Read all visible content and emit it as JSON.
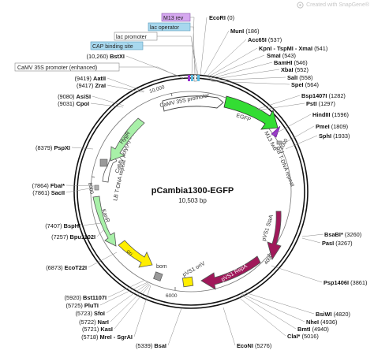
{
  "watermark": "Created with SnapGene®",
  "plasmid": {
    "name": "pCambia1300-EGFP",
    "size_label": "10,503 bp",
    "length": 10503
  },
  "top_features": [
    {
      "label": "M13 rev",
      "bg": "#d6a8f0"
    },
    {
      "label": "lac operator",
      "bg": "#a8d8ee"
    },
    {
      "label": "lac promoter",
      "bg": "#ffffff"
    },
    {
      "label": "CAP binding site",
      "bg": "#a8d8ee"
    }
  ],
  "right_sites": [
    {
      "name": "EcoRI",
      "pos": "(0)"
    },
    {
      "name": "MunI",
      "pos": "(186)"
    },
    {
      "name": "Acc65I",
      "pos": "(537)"
    },
    {
      "name": "KpnI - TspMI - XmaI",
      "pos": "(541)"
    },
    {
      "name": "SmaI",
      "pos": "(543)"
    },
    {
      "name": "BamHI",
      "pos": "(546)"
    },
    {
      "name": "XbaI",
      "pos": "(552)"
    },
    {
      "name": "SalI",
      "pos": "(558)"
    },
    {
      "name": "SpeI",
      "pos": "(564)"
    },
    {
      "name": "Bsp1407I",
      "pos": "(1282)"
    },
    {
      "name": "PstI",
      "pos": "(1297)"
    },
    {
      "name": "HindIII",
      "pos": "(1596)"
    },
    {
      "name": "PmeI",
      "pos": "(1809)"
    },
    {
      "name": "SphI",
      "pos": "(1933)"
    },
    {
      "name": "BsaBI*",
      "pos": "(3260)"
    },
    {
      "name": "PasI",
      "pos": "(3267)"
    },
    {
      "name": "Psp1406I",
      "pos": "(3861)"
    },
    {
      "name": "BsiWI",
      "pos": "(4820)"
    },
    {
      "name": "NheI",
      "pos": "(4936)"
    },
    {
      "name": "BmtI",
      "pos": "(4940)"
    },
    {
      "name": "ClaI*",
      "pos": "(5016)"
    },
    {
      "name": "EcoNI",
      "pos": "(5276)"
    }
  ],
  "left_sites": [
    {
      "pos": "(10,260)",
      "name": "BstXI"
    },
    {
      "pos": "(9419)",
      "name": "AatII"
    },
    {
      "pos": "(9417)",
      "name": "ZraI"
    },
    {
      "pos": "(9080)",
      "name": "AsiSI"
    },
    {
      "pos": "(9031)",
      "name": "CpoI"
    },
    {
      "pos": "(8379)",
      "name": "PspXI"
    },
    {
      "pos": "(7864)",
      "name": "FbaI*"
    },
    {
      "pos": "(7861)",
      "name": "SacII"
    },
    {
      "pos": "(7407)",
      "name": "BspHI"
    },
    {
      "pos": "(7257)",
      "name": "Bpu1102I"
    },
    {
      "pos": "(6873)",
      "name": "EcoT22I"
    },
    {
      "pos": "(5920)",
      "name": "Bst1107I"
    },
    {
      "pos": "(5725)",
      "name": "PluTI"
    },
    {
      "pos": "(5723)",
      "name": "SfoI"
    },
    {
      "pos": "(5722)",
      "name": "NarI"
    },
    {
      "pos": "(5721)",
      "name": "KasI"
    },
    {
      "pos": "(5718)",
      "name": "MreI - SgrAI"
    },
    {
      "pos": "(5339)",
      "name": "BsaI"
    }
  ],
  "camv_box": "CaMV 35S promoter (enhanced)",
  "features": [
    {
      "label": "CaMV 35S promoter",
      "color": "#ffffff"
    },
    {
      "label": "EGFP",
      "color": "#33dd33"
    },
    {
      "label": "M13 fwd",
      "color": "#9933cc"
    },
    {
      "label": "RB T-DNA repeat",
      "color": "#b0b0b0"
    },
    {
      "label": "pVS1 StaA",
      "color": "#a0185a"
    },
    {
      "label": "pVS1 RepA",
      "color": "#a0185a"
    },
    {
      "label": "pVS1 oriV",
      "color": "#ffee00"
    },
    {
      "label": "bom",
      "color": "#999999"
    },
    {
      "label": "ori",
      "color": "#ffee00"
    },
    {
      "label": "KanR",
      "color": "#a8f0a8"
    },
    {
      "label": "LB T-DNA repeat",
      "color": "#b0b0b0"
    },
    {
      "label": "CaMV poly(A) signal",
      "color": "#ffffff"
    },
    {
      "label": "HygR",
      "color": "#a8f0a8"
    }
  ],
  "ticks": [
    "2000",
    "4000",
    "6000",
    "8000",
    "10,000"
  ]
}
